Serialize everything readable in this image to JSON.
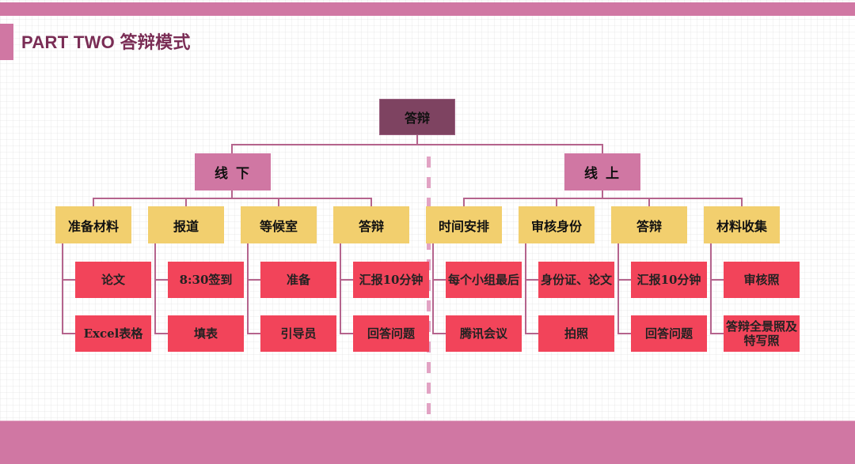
{
  "header": {
    "title": "PART TWO 答辩模式"
  },
  "colors": {
    "accent": "#d077a3",
    "title_text": "#7a2d55",
    "root": "#7e4361",
    "level1": "#d077a3",
    "level2": "#f2cf6e",
    "leaf": "#f2445a",
    "connector": "#b5648d"
  },
  "diagram": {
    "root": "答辩",
    "branches": [
      {
        "label": "线 下",
        "groups": [
          {
            "label": "准备材料",
            "items": [
              "论文",
              "Excel表格"
            ]
          },
          {
            "label": "报道",
            "items": [
              "8:30签到",
              "填表"
            ]
          },
          {
            "label": "等候室",
            "items": [
              "准备",
              "引导员"
            ]
          },
          {
            "label": "答辩",
            "items": [
              "汇报10分钟",
              "回答问题"
            ]
          }
        ]
      },
      {
        "label": "线 上",
        "groups": [
          {
            "label": "时间安排",
            "items": [
              "每个小组最后",
              "腾讯会议"
            ]
          },
          {
            "label": "审核身份",
            "items": [
              "身份证、论文",
              "拍照"
            ]
          },
          {
            "label": "答辩",
            "items": [
              "汇报10分钟",
              "回答问题"
            ]
          },
          {
            "label": "材料收集",
            "items": [
              "审核照",
              "答辩全景照及特写照"
            ]
          }
        ]
      }
    ]
  }
}
